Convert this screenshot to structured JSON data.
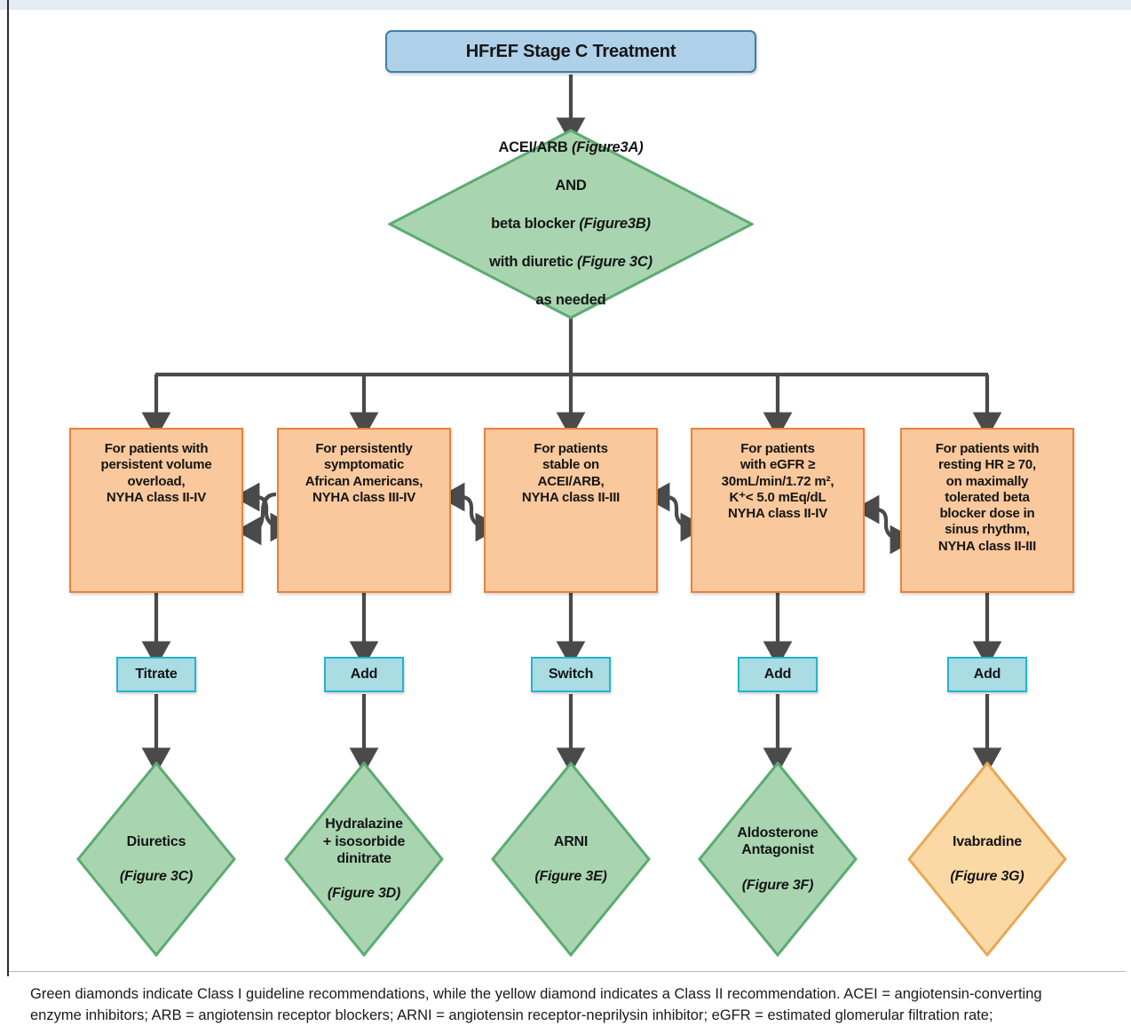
{
  "title": {
    "label": "HFrEF Stage C Treatment"
  },
  "decision": {
    "lines": [
      {
        "text": "ACEI/ARB ",
        "italic": false
      },
      {
        "text": "(Figure3A)",
        "italic": true
      },
      {
        "text": "AND",
        "italic": false
      },
      {
        "text": "beta blocker ",
        "italic": false
      },
      {
        "text": "(Figure3B)",
        "italic": true
      },
      {
        "text": "with diuretic ",
        "italic": false
      },
      {
        "text": "(Figure 3C)",
        "italic": true
      },
      {
        "text": "as needed",
        "italic": false
      }
    ],
    "line1a": "ACEI/ARB ",
    "line1b": "(Figure3A)",
    "line2": "AND",
    "line3a": "beta blocker ",
    "line3b": "(Figure3B)",
    "line4a": "with diuretic ",
    "line4b": "(Figure 3C)",
    "line5": "as needed"
  },
  "criteria_boxes": [
    {
      "id": "volume-overload",
      "text": "For patients with\npersistent volume\noverload,\nNYHA class II-IV"
    },
    {
      "id": "african-americans",
      "text": "For persistently\nsymptomatic\nAfrican Americans,\nNYHA class III-IV"
    },
    {
      "id": "stable-on-acei-arb",
      "text": "For patients\nstable on\nACEI/ARB,\nNYHA class II-III"
    },
    {
      "id": "egfr-potassium",
      "text": "For patients\nwith eGFR ≥\n30mL/min/1.72 m²,\nK⁺< 5.0 mEq/dL\nNYHA class II-IV"
    },
    {
      "id": "resting-hr",
      "text": "For patients with\nresting HR ≥ 70,\non maximally\ntolerated beta\nblocker dose in\nsinus rhythm,\nNYHA class II-III"
    }
  ],
  "action_boxes": [
    {
      "id": "titrate",
      "label": "Titrate"
    },
    {
      "id": "add-hydralazine",
      "label": "Add"
    },
    {
      "id": "switch-arni",
      "label": "Switch"
    },
    {
      "id": "add-aldosterone",
      "label": "Add"
    },
    {
      "id": "add-ivabradine",
      "label": "Add"
    }
  ],
  "therapy_diamonds": [
    {
      "id": "diuretics",
      "name": "Diuretics",
      "figure": "(Figure 3C)",
      "class": "Class I",
      "color": "#a8d5b0"
    },
    {
      "id": "hydralazine-isosorbide",
      "name": "Hydralazine\n+ isosorbide\ndinitrate",
      "figure": "(Figure 3D)",
      "class": "Class I",
      "color": "#a8d5b0"
    },
    {
      "id": "arni",
      "name": "ARNI",
      "figure": "(Figure 3E)",
      "class": "Class I",
      "color": "#a8d5b0"
    },
    {
      "id": "aldosterone-antagonist",
      "name": "Aldosterone\nAntagonist",
      "figure": "(Figure 3F)",
      "class": "Class I",
      "color": "#a8d5b0"
    },
    {
      "id": "ivabradine",
      "name": "Ivabradine",
      "figure": "(Figure 3G)",
      "class": "Class II",
      "color": "#fbd9a5"
    }
  ],
  "caption": {
    "line1": "Green diamonds indicate Class I guideline recommendations, while the yellow diamond indicates a Class II recommendation. ACEI = angiotensin-converting",
    "line2": "enzyme inhibitors; ARB = angiotensin receptor blockers; ARNI = angiotensin receptor-neprilysin inhibitor; eGFR = estimated glomerular filtration rate;"
  },
  "colors": {
    "title_fill": "#aed0e8",
    "title_border": "#3f7fa8",
    "green_fill": "#a8d5b0",
    "green_border": "#5cab72",
    "orange_fill": "#f9c89c",
    "orange_border": "#e8823c",
    "cyan_fill": "#a9dce3",
    "cyan_border": "#25b4cc",
    "yellow_fill": "#fbd9a5",
    "yellow_border": "#e8a955",
    "connector": "#4a4a4a"
  }
}
